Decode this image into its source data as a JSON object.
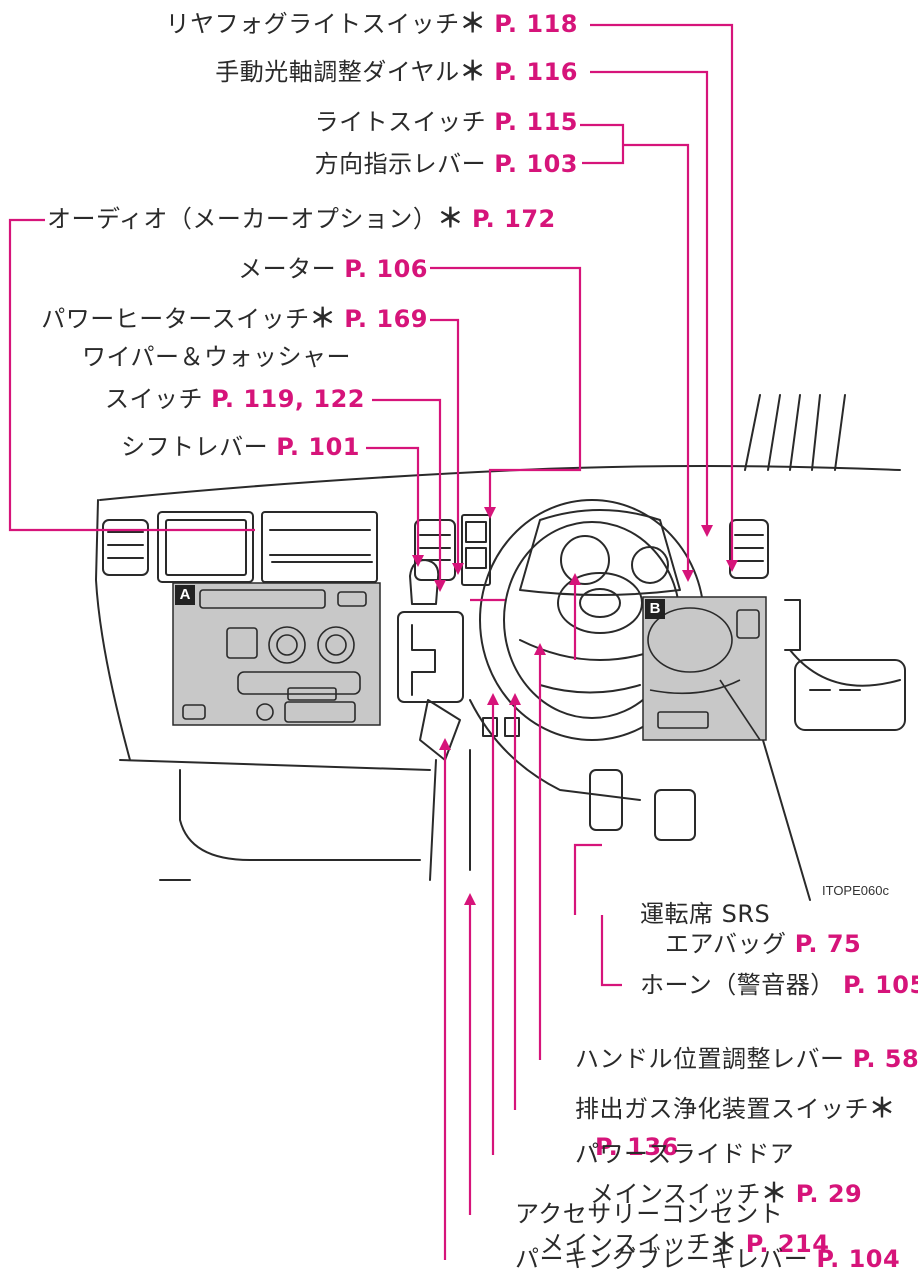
{
  "labels": [
    {
      "id": "rear-fog",
      "text": "リヤフォグライトスイッチ",
      "asterisk": "＊",
      "page": "P. 118"
    },
    {
      "id": "headlight-level",
      "text": "手動光軸調整ダイヤル",
      "asterisk": "＊",
      "page": "P. 116"
    },
    {
      "id": "light-switch",
      "text": "ライトスイッチ",
      "asterisk": "",
      "page": "P. 115"
    },
    {
      "id": "turn-lever",
      "text": "方向指示レバー",
      "asterisk": "",
      "page": "P. 103"
    },
    {
      "id": "audio",
      "text": "オーディオ（メーカーオプション）",
      "asterisk": "＊",
      "page": "P. 172"
    },
    {
      "id": "meter",
      "text": "メーター",
      "asterisk": "",
      "page": "P. 106"
    },
    {
      "id": "power-heater",
      "text": "パワーヒータースイッチ",
      "asterisk": "＊",
      "page": "P. 169"
    },
    {
      "id": "wiper",
      "text": "ワイパー＆ウォッシャー",
      "line2": "スイッチ",
      "asterisk": "",
      "page": "P. 119, 122"
    },
    {
      "id": "shift",
      "text": "シフトレバー",
      "asterisk": "",
      "page": "P. 101"
    },
    {
      "id": "srs",
      "text": "運転席 SRS",
      "line2": "エアバッグ",
      "asterisk": "",
      "page": "P. 75"
    },
    {
      "id": "horn",
      "text": "ホーン（警音器）",
      "asterisk": "",
      "page": "P. 105"
    },
    {
      "id": "tilt",
      "text": "ハンドル位置調整レバー",
      "asterisk": "",
      "page": "P. 58"
    },
    {
      "id": "exhaust",
      "text": "排出ガス浄化装置スイッチ",
      "asterisk": "＊",
      "page": "P. 136"
    },
    {
      "id": "slide-door",
      "text": "パワースライドドア",
      "line2": "メインスイッチ",
      "asterisk": "＊",
      "page": "P. 29"
    },
    {
      "id": "accessory",
      "text": "アクセサリーコンセント",
      "line2": "メインスイッチ",
      "asterisk": "＊",
      "page": "P. 214"
    },
    {
      "id": "parking",
      "text": "パーキングブレーキレバー",
      "asterisk": "",
      "page": "P. 104"
    }
  ],
  "image_code": "ITOPE060c",
  "badges": {
    "a": "A",
    "b": "B"
  },
  "colors": {
    "accent": "#d6147a",
    "line": "#2a2a2a",
    "panel": "#c8c8c8"
  }
}
